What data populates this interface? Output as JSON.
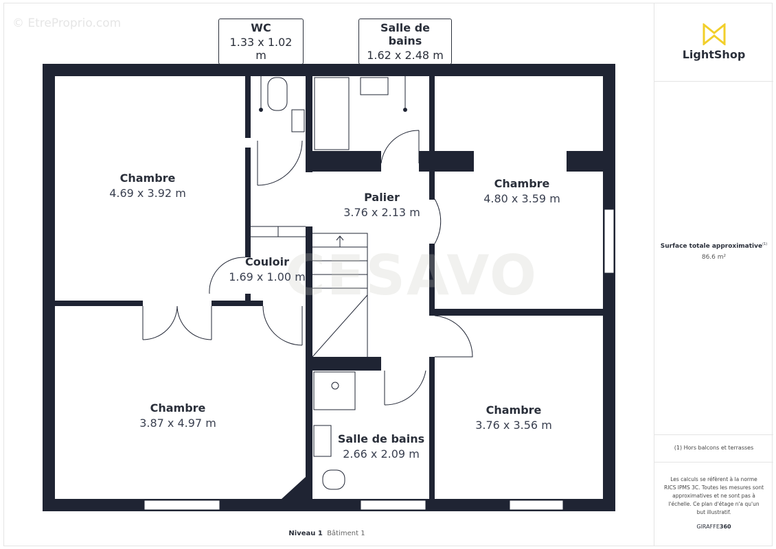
{
  "watermark": "© EtreProprio.com",
  "center_watermark": "CESAVO",
  "brand": {
    "name": "LightShop",
    "logo_color": "#f2cf2a"
  },
  "rooms": [
    {
      "name": "Chambre",
      "dims": "4.69 x 3.92 m"
    },
    {
      "name": "Palier",
      "dims": "3.76 x 2.13 m"
    },
    {
      "name": "Chambre",
      "dims": "4.80 x 3.59 m"
    },
    {
      "name": "Couloir",
      "dims": "1.69 x 1.00 m"
    },
    {
      "name": "Chambre",
      "dims": "3.87 x 4.97 m"
    },
    {
      "name": "Salle de bains",
      "dims": "2.66 x 2.09 m"
    },
    {
      "name": "Chambre",
      "dims": "3.76 x 3.56 m"
    }
  ],
  "callouts": [
    {
      "name": "WC",
      "dims": "1.33 x 1.02 m"
    },
    {
      "name": "Salle de bains",
      "dims": "1.62 x 2.48 m"
    }
  ],
  "summary": {
    "label": "Surface totale approximative",
    "sup": "(1)",
    "value": "86.6 m²"
  },
  "note": "(1) Hors balcons et terrasses",
  "disclaimer": "Les calculs se réfèrent à la norme RICS IPMS 3C. Toutes les mesures sont approximatives et ne sont pas à l'échelle. Ce plan d'étage n'a qu'un but illustratif.",
  "credit": {
    "a": "GIRAFFE",
    "b": "360"
  },
  "footer": {
    "level": "Niveau 1",
    "building": "Bâtiment 1"
  },
  "colors": {
    "wall": "#1f2433",
    "text": "#2a2f3a"
  }
}
